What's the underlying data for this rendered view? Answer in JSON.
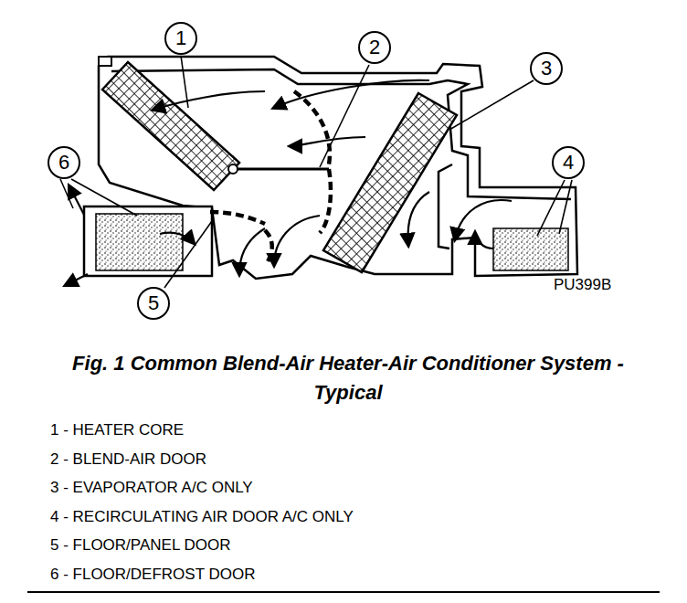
{
  "diagram": {
    "caption": "Fig. 1 Common Blend-Air Heater-Air Conditioner System - Typical",
    "nodes": [
      {
        "text": [
          "1"
        ]
      },
      {
        "text": [
          "2"
        ]
      },
      {
        "text": [
          "3"
        ]
      },
      {
        "text": [
          "6"
        ]
      },
      {
        "text": [
          "4"
        ]
      },
      {
        "text": [
          "5"
        ]
      }
    ],
    "labels": [
      "PU399B",
      "1 - HEATER CORE",
      "2 - BLEND-AIR DOOR",
      "3 - EVAPORATOR A/C ONLY",
      "4 - RECIRCULATING AIR DOOR A/C ONLY",
      "5 - FLOOR/PANEL DOOR",
      "6 - FLOOR/DEFROST DOOR"
    ]
  }
}
